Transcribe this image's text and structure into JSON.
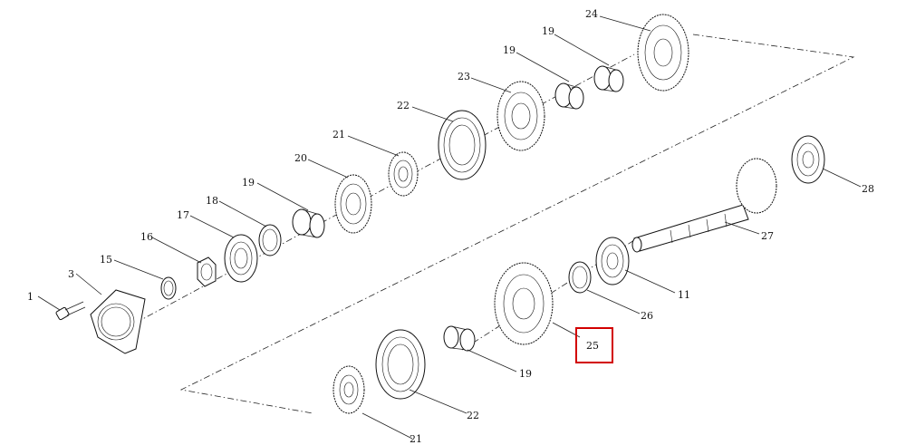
{
  "callouts": {
    "c1": "1",
    "c3": "3",
    "c15": "15",
    "c16": "16",
    "c17": "17",
    "c18": "18",
    "c19a": "19",
    "c20": "20",
    "c21a": "21",
    "c22a": "22",
    "c23": "23",
    "c19b": "19",
    "c24": "24",
    "c19c": "19",
    "c21b": "21",
    "c22b": "22",
    "c25": "25",
    "c26": "26",
    "c11": "11",
    "c27": "27",
    "c28": "28"
  },
  "highlighted_part": "25",
  "colors": {
    "line": "#222222",
    "highlight": "#d20000",
    "background": "#ffffff"
  }
}
